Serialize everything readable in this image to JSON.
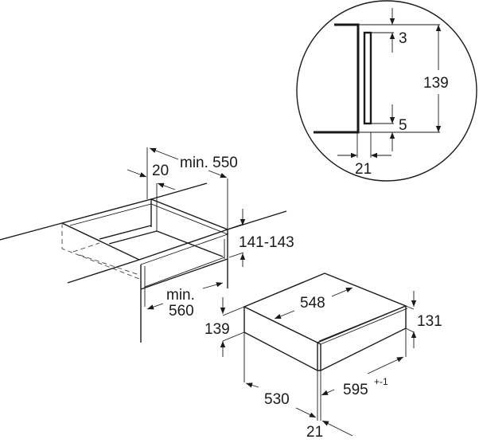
{
  "detail": {
    "top_gap": "3",
    "bottom_gap": "5",
    "height": "139",
    "depth": "21"
  },
  "niche": {
    "depth": "min. 550",
    "offset": "20",
    "height": "141-143",
    "width_prefix": "min.",
    "width": "560"
  },
  "appliance": {
    "niche_height": "139",
    "top_depth": "548",
    "front_height": "131",
    "depth": "530",
    "width": "595",
    "width_tolerance": "+-1",
    "front_thickness": "21"
  }
}
